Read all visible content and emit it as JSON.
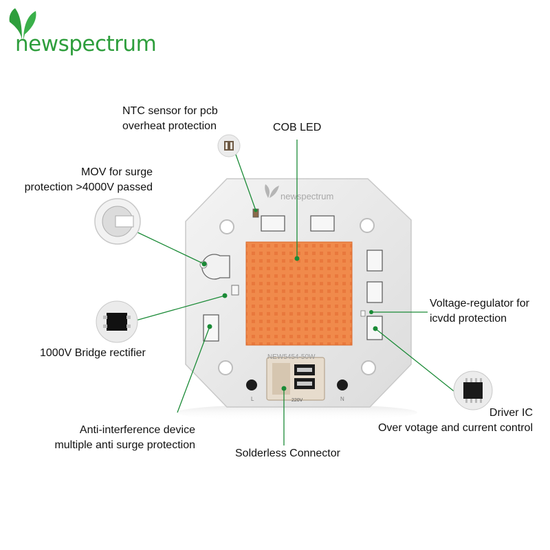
{
  "brand": {
    "name": "newspectrum",
    "color": "#2e9e3c"
  },
  "board": {
    "logo_text": "newspectrum",
    "model": "NEW5454-50W",
    "voltage_mark": "220V",
    "terminal_left": "L",
    "terminal_right": "N",
    "led_color": "#f08a4b",
    "line_color": "#1a8a36"
  },
  "callouts": {
    "ntc": {
      "line1": "NTC sensor for pcb",
      "line2": "overheat protection"
    },
    "cob": {
      "line1": "COB LED"
    },
    "mov": {
      "line1": "MOV for surge",
      "line2": "protection >4000V passed"
    },
    "bridge": {
      "line1": "1000V Bridge rectifier"
    },
    "regulator": {
      "line1": "Voltage-regulator for",
      "line2": "icvdd protection"
    },
    "driver": {
      "line1": "Driver IC",
      "line2": "Over votage and current control"
    },
    "anti": {
      "line1": "Anti-interference device",
      "line2": "multiple anti surge protection"
    },
    "connector": {
      "line1": "Solderless Connector"
    }
  }
}
